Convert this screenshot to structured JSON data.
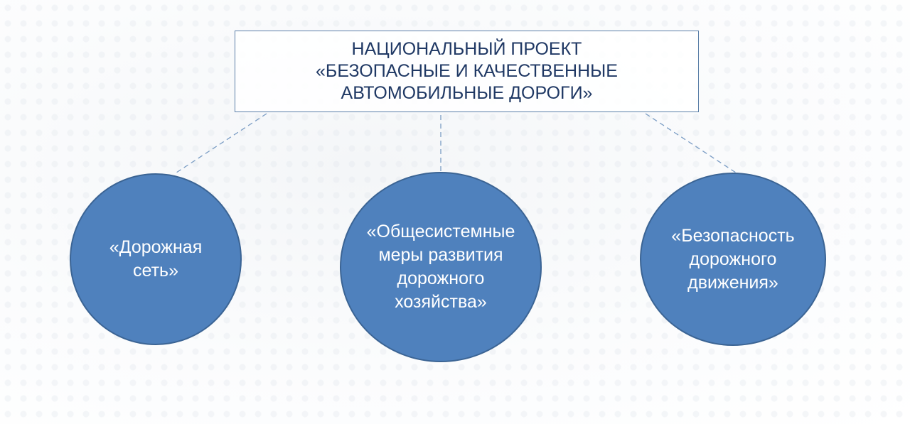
{
  "title": {
    "lines": [
      "НАЦИОНАЛЬНЫЙ ПРОЕКТ",
      "«БЕЗОПАСНЫЕ И КАЧЕСТВЕННЫЕ",
      "АВТОМОБИЛЬНЫЕ ДОРОГИ»"
    ]
  },
  "nodes": [
    {
      "lines": [
        "«Дорожная",
        "сеть»"
      ]
    },
    {
      "lines": [
        "«Общесистемные",
        "меры развития",
        "дорожного",
        "хозяйства»"
      ]
    },
    {
      "lines": [
        "«Безопасность",
        "дорожного",
        "движения»"
      ]
    }
  ],
  "colors": {
    "circle_fill": "#4f81bd",
    "title_text": "#1f3864",
    "connector": "#7a9cc4"
  }
}
